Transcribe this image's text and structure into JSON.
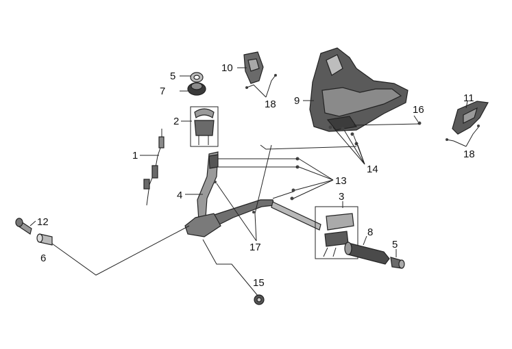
{
  "callouts": {
    "c1": "1",
    "c2": "2",
    "c3": "3",
    "c4": "4",
    "c5a": "5",
    "c5b": "5",
    "c6": "6",
    "c7": "7",
    "c8": "8",
    "c9": "9",
    "c10": "10",
    "c11": "11",
    "c12": "12",
    "c13": "13",
    "c14": "14",
    "c15": "15",
    "c16": "16",
    "c17": "17",
    "c18a": "18",
    "c18b": "18"
  },
  "colors": {
    "line": "#222222",
    "part_dark": "#3a3a3a",
    "part_mid": "#8a8a8a",
    "part_light": "#cfcfcf"
  }
}
